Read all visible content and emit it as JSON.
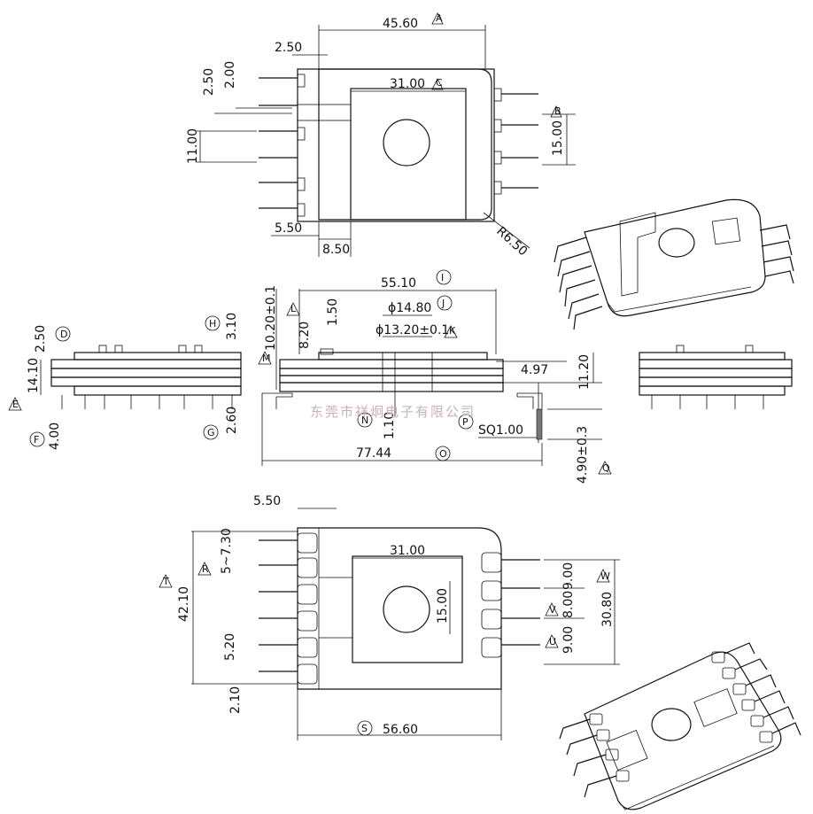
{
  "top_view": {
    "overall_width": "45.60",
    "window_width": "31.00",
    "pin_offset_a": "2.50",
    "pin_offset_b": "2.50",
    "pin_offset_c": "2.00",
    "pin_span_left": "11.00",
    "pin_span_right": "15.00",
    "edge_offset": "5.50",
    "inner_offset": "8.50",
    "radius": "R6.50",
    "labels": {
      "overall": "A",
      "window": "C",
      "pins": "B"
    }
  },
  "side_view": {
    "width_top": "55.10",
    "dia_outer": "ϕ14.80",
    "dia_inner": "ϕ13.20±0.1",
    "height_total": "10.20±0.1",
    "flange_t": "1.50",
    "core_h": "8.20",
    "lead_off": "4.97",
    "side_h": "11.20",
    "base_t": "1.10",
    "sq": "SQ1.00",
    "pin_len": "4.90±0.3",
    "overall_len": "77.44",
    "labels": {
      "width": "I",
      "dia_outer": "J",
      "dia_inner": "K",
      "height": "L",
      "core": "M",
      "base": "N",
      "pin": "P",
      "len": "O",
      "pin_len": "Q"
    }
  },
  "end_view": {
    "flange_top": "2.50",
    "flange_bot": "2.60",
    "height": "14.10",
    "pin_len": "4.00",
    "top_off": "3.10",
    "labels": {
      "a": "D",
      "b": "E",
      "c": "F",
      "d": "G",
      "e": "H"
    }
  },
  "bottom_view": {
    "edge": "5.50",
    "pitch": "5~7.30",
    "height": "42.10",
    "window": "31.00",
    "window_h": "15.00",
    "pitch_b": "5.20",
    "bottom": "2.10",
    "width": "56.60",
    "right_1": "9.00",
    "right_2": "8.00",
    "right_3": "9.00",
    "right_span": "30.80",
    "labels": {
      "width": "S",
      "height": "T",
      "pitch": "R",
      "r1": "V",
      "r3": "U",
      "span": "W"
    }
  },
  "watermark": "东莞市祥炯电子有限公司"
}
